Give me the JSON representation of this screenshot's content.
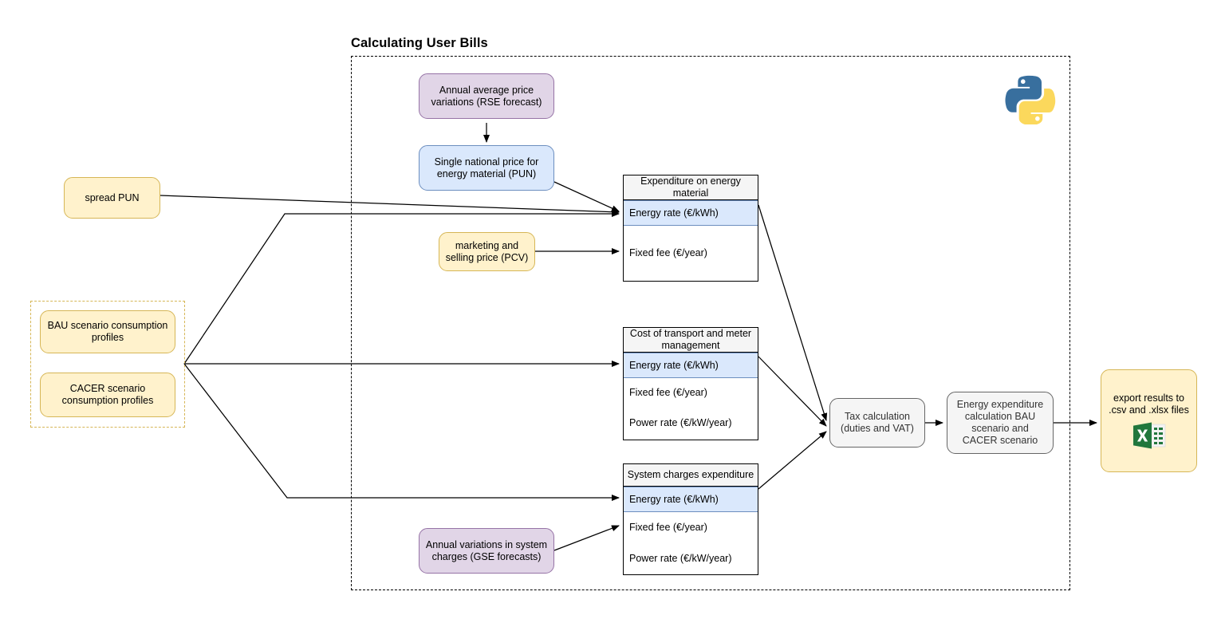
{
  "diagram": {
    "title": "Calculating User Bills",
    "container_label": "calculating-user-bills-boundary",
    "python_logo": "python-logo",
    "excel_icon": "excel-xlsx-icon"
  },
  "inputs": {
    "spread_pun": "spread PUN",
    "bau": "BAU scenario consumption profiles",
    "cacer": "CACER scenario consumption profiles"
  },
  "forecasts": {
    "rse": "Annual average price variations (RSE forecast)",
    "gse": "Annual variations in system charges (GSE forecasts)"
  },
  "prices": {
    "pun": "Single national price for energy material (PUN)",
    "pcv": "marketing and selling price (PCV)"
  },
  "tables": [
    {
      "header": "Expenditure on energy material",
      "rows": [
        {
          "label": "Energy rate (€/kWh)",
          "highlight": true
        },
        {
          "label": "Fixed fee (€/year)",
          "highlight": false
        }
      ]
    },
    {
      "header": "Cost of transport and meter management",
      "rows": [
        {
          "label": "Energy rate (€/kWh)",
          "highlight": true
        },
        {
          "label": "Fixed fee (€/year)",
          "highlight": false
        },
        {
          "label": "Power rate (€/kW/year)",
          "highlight": false
        }
      ]
    },
    {
      "header": "System charges expenditure",
      "rows": [
        {
          "label": "Energy rate (€/kWh)",
          "highlight": true
        },
        {
          "label": "Fixed fee (€/year)",
          "highlight": false
        },
        {
          "label": "Power rate (€/kW/year)",
          "highlight": false
        }
      ]
    }
  ],
  "process": {
    "tax": "Tax calculation (duties and VAT)",
    "energy_expenditure": "Energy expenditure calculation BAU scenario and CACER scenario"
  },
  "output": {
    "export": "export results to .csv and .xlsx files"
  },
  "colors": {
    "yellow_fill": "#fff2cc",
    "yellow_stroke": "#d6b656",
    "purple_fill": "#e1d5e7",
    "purple_stroke": "#9673a6",
    "blue_fill": "#dae8fc",
    "blue_stroke": "#6c8ebf",
    "gray_fill": "#f5f5f5",
    "gray_stroke": "#666666",
    "edge": "#000000",
    "excel_green": "#21773c",
    "python_blue": "#386f9e",
    "python_yellow": "#fbd85c"
  }
}
